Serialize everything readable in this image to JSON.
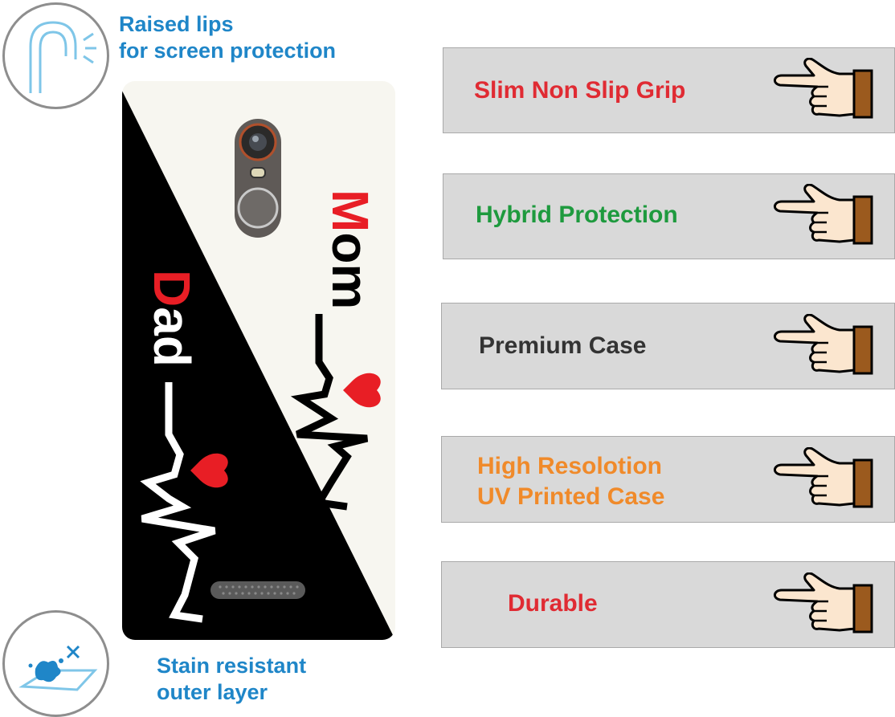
{
  "captions": {
    "raised_lips": [
      "Raised lips",
      "for screen protection"
    ],
    "stain_resistant": [
      "Stain resistant",
      "outer layer"
    ]
  },
  "case_art": {
    "word_top": "Mom",
    "word_bottom": "Dad",
    "colors": {
      "black": "#000000",
      "cream": "#f7f6f0",
      "red": "#e81e25"
    }
  },
  "features": [
    {
      "label": "Slim Non Slip Grip",
      "color": "#e02b33"
    },
    {
      "label": "Hybrid Protection",
      "color": "#1e9a3e"
    },
    {
      "label": "Premium Case",
      "color": "#333333"
    },
    {
      "label": "High Resolotion UV Printed Case",
      "lines": [
        "High Resolotion",
        "UV Printed Case"
      ],
      "color": "#f08a2a"
    },
    {
      "label": "Durable",
      "color": "#e02b33"
    }
  ],
  "icons": {
    "feature_pointer": "pointing-hand-icon",
    "raised_lips": "raised-lip-icon",
    "stain": "stain-resistant-icon"
  },
  "colors": {
    "caption": "#1f86c8",
    "box_bg": "#d9d9d9",
    "box_border": "#a9a9a9",
    "hand_cuff": "#9b5a1e",
    "hand_skin": "#fbe6cf"
  }
}
